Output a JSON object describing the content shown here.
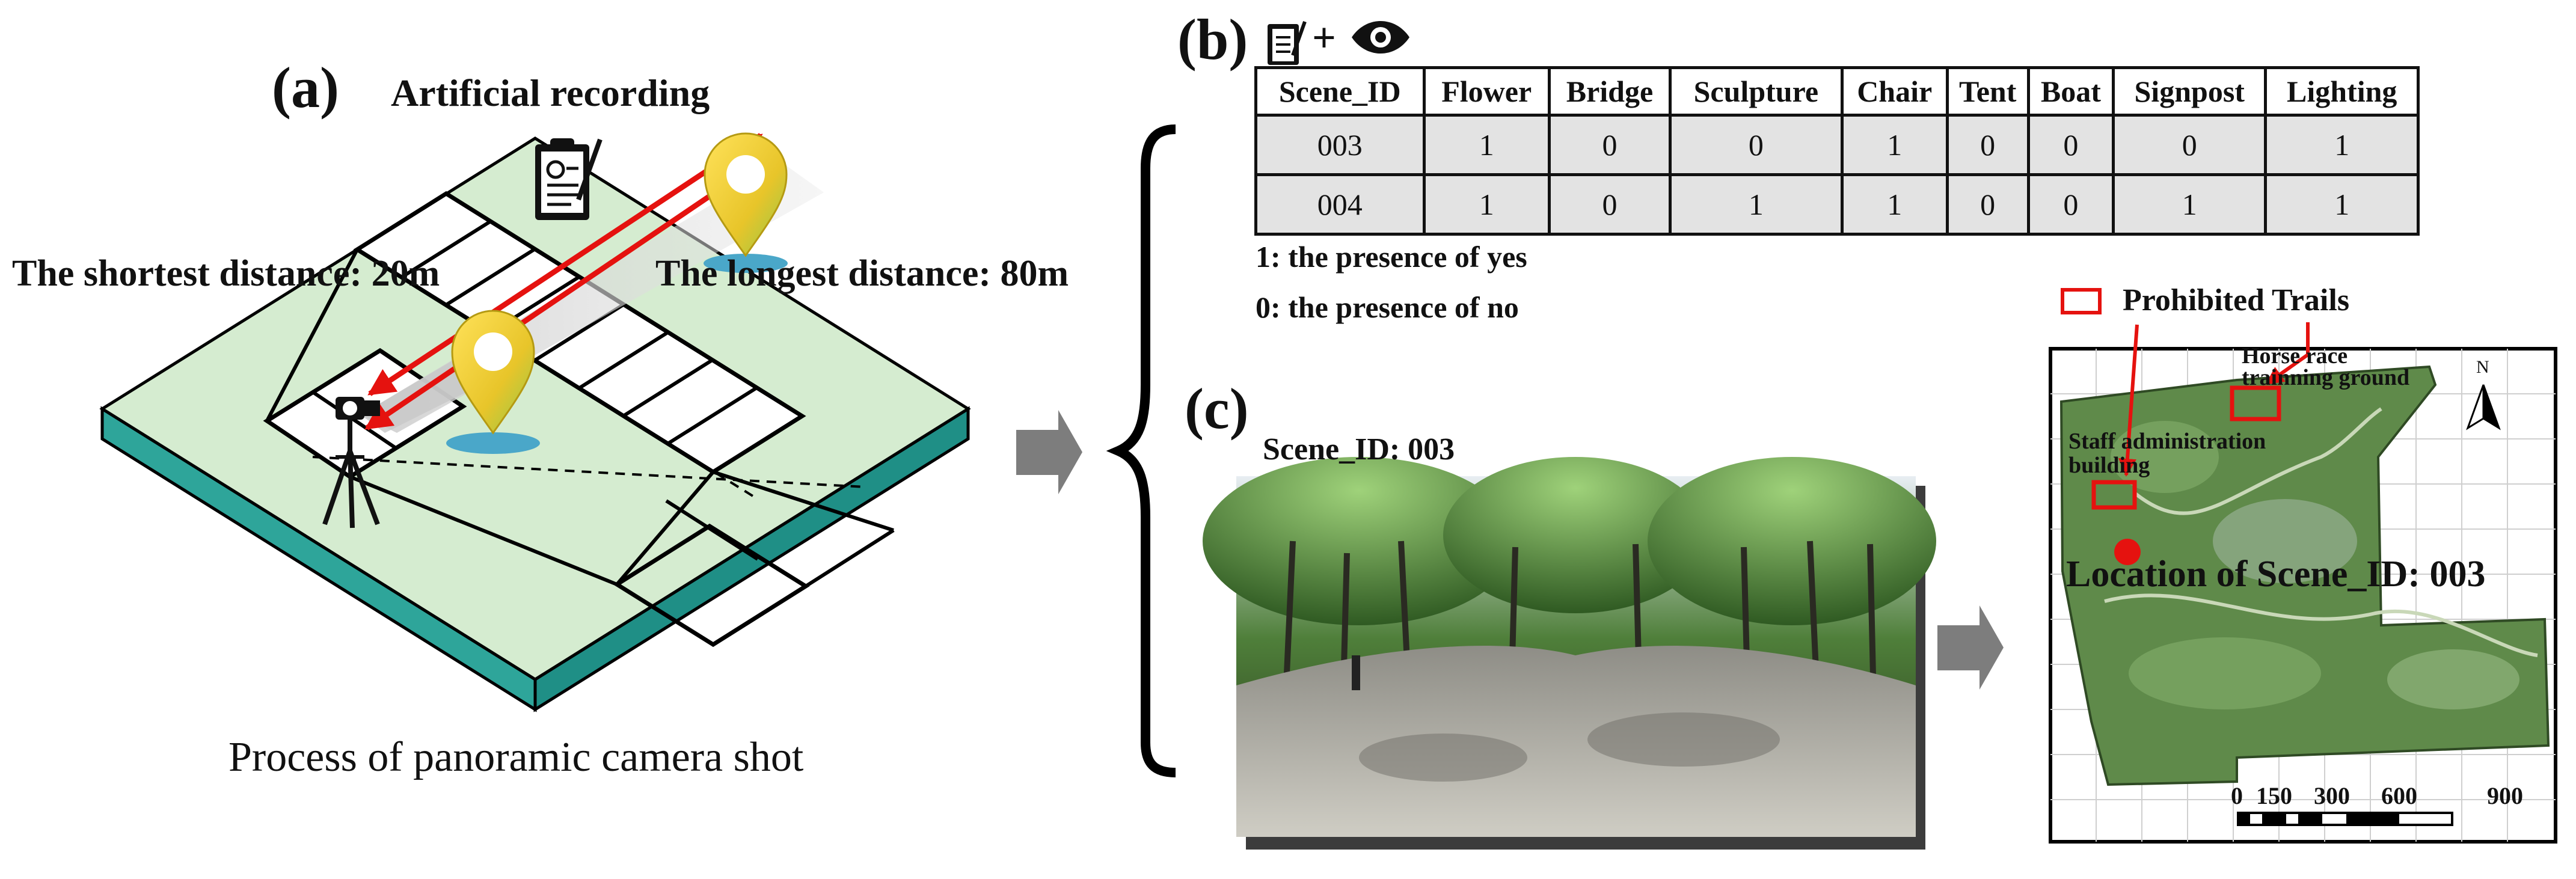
{
  "panel_a": {
    "label": "(a)",
    "recording_title": "Artificial recording",
    "shortest": "The shortest distance: 20m",
    "longest": "The longest distance: 80m",
    "caption": "Process of panoramic camera shot"
  },
  "panel_b": {
    "label": "(b)",
    "plus": "+",
    "table": {
      "headers": [
        "Scene_ID",
        "Flower",
        "Bridge",
        "Sculpture",
        "Chair",
        "Tent",
        "Boat",
        "Signpost",
        "Lighting"
      ],
      "rows": [
        [
          "003",
          "1",
          "0",
          "0",
          "1",
          "0",
          "0",
          "0",
          "1"
        ],
        [
          "004",
          "1",
          "0",
          "1",
          "1",
          "0",
          "0",
          "1",
          "1"
        ]
      ]
    },
    "legend_yes": "1: the presence of yes",
    "legend_no": "0: the presence of no"
  },
  "panel_c": {
    "label": "(c)",
    "scene_label": "Scene_ID: 003",
    "map_legend": "Prohibited Trails",
    "horse_race_line1": "Horse race",
    "horse_race_line2": "trainning ground",
    "staff_line1": "Staff administration",
    "staff_line2": "building",
    "location": "Location of  Scene_ID: 003",
    "north": "N",
    "scale": [
      "0",
      "150",
      "300",
      "600",
      "900"
    ]
  },
  "colors": {
    "ground": "#d5ecd0",
    "teal_side": "#2ea59a",
    "teal_front": "#1f8f86",
    "arrow_red": "#e5120f",
    "pin": "#e6d43a",
    "gray_arrow": "#7d7d7d",
    "map_green": "#5f8a4a"
  }
}
